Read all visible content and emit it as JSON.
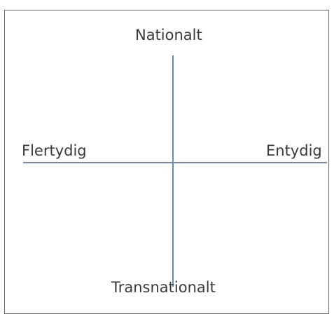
{
  "diagram": {
    "top_label": "Nationalt",
    "bottom_label": "Transnationalt",
    "left_label": "Flertydig",
    "right_label": "Entydig"
  }
}
